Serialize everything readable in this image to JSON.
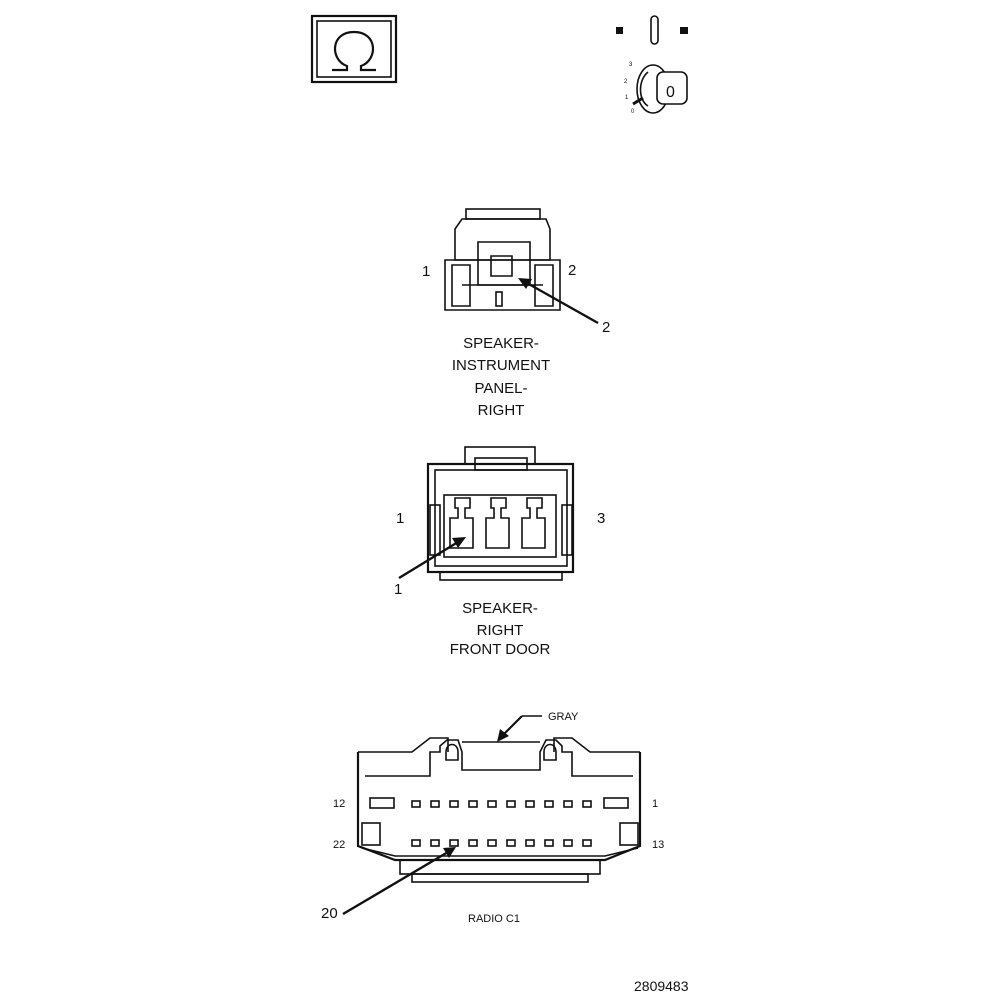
{
  "header": {
    "omega_icon": "omega-icon",
    "ignition_icon": "ignition-key-icon",
    "ignition_positions": [
      "3",
      "2",
      "1",
      "0"
    ],
    "key_label": "0"
  },
  "connectors": [
    {
      "caption": [
        "SPEAKER-",
        "INSTRUMENT",
        "PANEL-",
        "RIGHT"
      ],
      "pin_left": "1",
      "pin_right": "2",
      "callout": "2"
    },
    {
      "caption": [
        "SPEAKER-",
        "RIGHT",
        "FRONT DOOR"
      ],
      "pin_left": "1",
      "pin_right": "3",
      "callout": "1"
    },
    {
      "caption": [
        "RADIO C1"
      ],
      "color_label": "GRAY",
      "pin_top_left": "12",
      "pin_top_right": "1",
      "pin_bottom_left": "22",
      "pin_bottom_right": "13",
      "callout": "20"
    }
  ],
  "figure_id": "2809483"
}
